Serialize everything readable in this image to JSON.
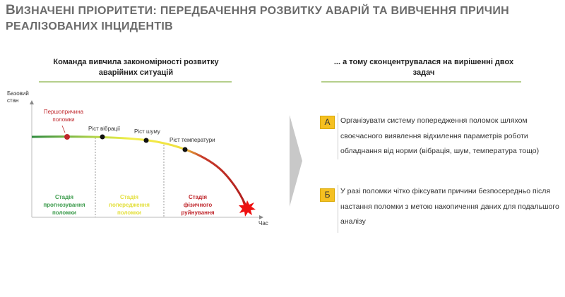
{
  "title": {
    "first_letter": "В",
    "line1_rest": "ИЗНАЧЕНІ ПРІОРИТЕТИ: ПЕРЕДБАЧЕННЯ РОЗВИТКУ АВАРІЙ ТА ВИВЧЕННЯ ПРИЧИН",
    "line2": "РЕАЛІЗОВАНИХ ІНЦИДЕНТІВ"
  },
  "left": {
    "header": "Команда вивчила закономірності розвитку аварійних ситуацій",
    "chart": {
      "ylabel": "Базовий стан",
      "xlabel": "Час",
      "points": [
        {
          "label": "Першопричина поломки",
          "color": "#c0282d"
        },
        {
          "label": "Ріст вібрації",
          "color": "#111111"
        },
        {
          "label": "Ріст шуму",
          "color": "#111111"
        },
        {
          "label": "Ріст температури",
          "color": "#111111"
        }
      ],
      "stages": [
        {
          "label": "Стадія прогнозування поломки",
          "color": "#3a9a4a"
        },
        {
          "label": "Стадія попередження поломки",
          "color": "#e6e23a"
        },
        {
          "label": "Стадія фізичного руйнування",
          "color": "#c0282d"
        }
      ]
    }
  },
  "right": {
    "header": "... а тому сконцентрувалася на вирішенні двох задач",
    "tasks": [
      {
        "badge": "А",
        "text": "Організувати систему попередження поломок шляхом своєчасного виявлення відхилення параметрів роботи обладнання від норми (вібрація, шум, температура тощо)"
      },
      {
        "badge": "Б",
        "text": "У разі поломки чітко фіксувати причини безпосередньо після настання поломки з метою накопичення даних для подальшого аналізу"
      }
    ]
  },
  "colors": {
    "accent": "#f5c021",
    "line": "#b5cf8c"
  }
}
